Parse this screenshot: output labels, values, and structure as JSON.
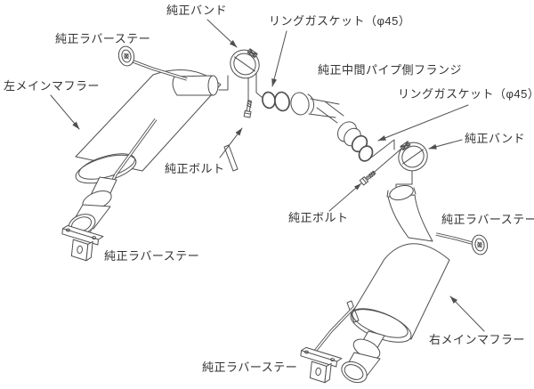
{
  "diagram": {
    "title": "exhaust-muffler-installation-parts-diagram",
    "background_color": "#ffffff",
    "line_color": "#4f4f4f",
    "text_color": "#333333",
    "left_assembly": {
      "band": "純正バンド",
      "rubber_stay_top": "純正ラバーステー",
      "ring_gasket": "リングガスケット（φ45）",
      "muffler": "左メインマフラー",
      "bolt": "純正ボルト",
      "rubber_stay_bottom": "純正ラバーステー"
    },
    "right_assembly": {
      "flange": "純正中間パイプ側フランジ",
      "ring_gasket": "リングガスケット（φ45）",
      "band": "純正バンド",
      "bolt": "純正ボルト",
      "rubber_stay_side": "純正ラバーステー",
      "muffler": "右メインマフラー",
      "rubber_stay_bottom": "純正ラバーステー"
    }
  }
}
